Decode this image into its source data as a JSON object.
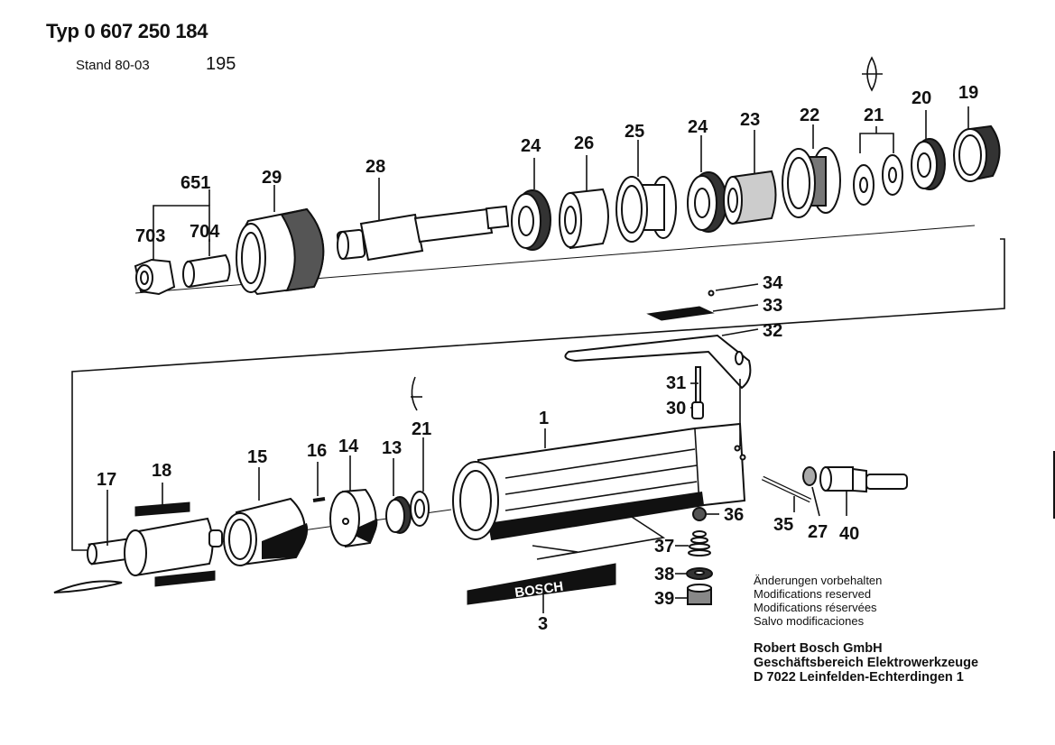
{
  "header": {
    "title": "Typ 0 607 250 184",
    "stand": "Stand 80-03",
    "page_number": "195"
  },
  "parts": [
    {
      "id": "651",
      "label": "651"
    },
    {
      "id": "703",
      "label": "703"
    },
    {
      "id": "704",
      "label": "704"
    },
    {
      "id": "29",
      "label": "29"
    },
    {
      "id": "28",
      "label": "28"
    },
    {
      "id": "24a",
      "label": "24"
    },
    {
      "id": "26",
      "label": "26"
    },
    {
      "id": "25",
      "label": "25"
    },
    {
      "id": "24b",
      "label": "24"
    },
    {
      "id": "23",
      "label": "23"
    },
    {
      "id": "22",
      "label": "22"
    },
    {
      "id": "21a",
      "label": "21"
    },
    {
      "id": "20",
      "label": "20"
    },
    {
      "id": "19",
      "label": "19"
    },
    {
      "id": "34",
      "label": "34"
    },
    {
      "id": "33",
      "label": "33"
    },
    {
      "id": "32",
      "label": "32"
    },
    {
      "id": "31",
      "label": "31"
    },
    {
      "id": "30",
      "label": "30"
    },
    {
      "id": "1",
      "label": "1"
    },
    {
      "id": "21b",
      "label": "21"
    },
    {
      "id": "13",
      "label": "13"
    },
    {
      "id": "14",
      "label": "14"
    },
    {
      "id": "16",
      "label": "16"
    },
    {
      "id": "15",
      "label": "15"
    },
    {
      "id": "18",
      "label": "18"
    },
    {
      "id": "17",
      "label": "17"
    },
    {
      "id": "36",
      "label": "36"
    },
    {
      "id": "37",
      "label": "37"
    },
    {
      "id": "38",
      "label": "38"
    },
    {
      "id": "39",
      "label": "39"
    },
    {
      "id": "35",
      "label": "35"
    },
    {
      "id": "27",
      "label": "27"
    },
    {
      "id": "40",
      "label": "40"
    },
    {
      "id": "3",
      "label": "3"
    }
  ],
  "brand_plate": "BOSCH",
  "notes": [
    "Änderungen vorbehalten",
    "Modifications reserved",
    "Modifications réservées",
    "Salvo modificaciones"
  ],
  "company": [
    "Robert Bosch GmbH",
    "Geschäftsbereich Elektrowerkzeuge",
    "D 7022 Leinfelden-Echterdingen 1"
  ]
}
